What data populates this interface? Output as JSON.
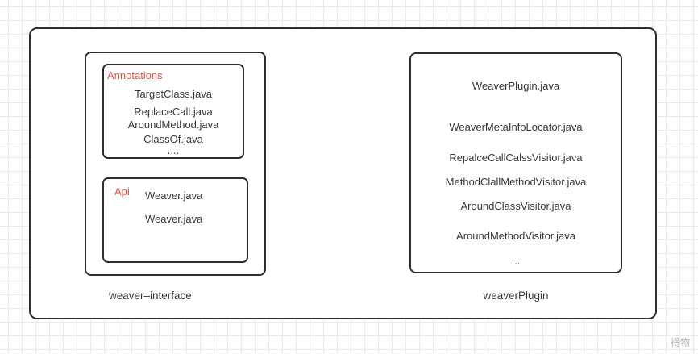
{
  "diagram": {
    "left_module": {
      "label": "weaver–interface",
      "annotations_box": {
        "title": "Annotations",
        "items": [
          "TargetClass.java",
          "ReplaceCall.java",
          "AroundMethod.java",
          "ClassOf.java",
          "...."
        ]
      },
      "api_box": {
        "title": "Api",
        "items": [
          "Weaver.java",
          "Weaver.java"
        ]
      }
    },
    "right_module": {
      "label": "weaverPlugin",
      "items": [
        "WeaverPlugin.java",
        "WeaverMetaInfoLocator.java",
        "RepalceCallCalssVisitor.java",
        "MethodClallMethodVisitor.java",
        "AroundClassVisitor.java",
        "AroundMethodVisitor.java",
        "..."
      ]
    },
    "watermark": "得物",
    "colors": {
      "accent_red": "#e3504a",
      "border": "#2d2d2d",
      "text": "#3a3a3a",
      "grid": "#ebebeb"
    }
  }
}
